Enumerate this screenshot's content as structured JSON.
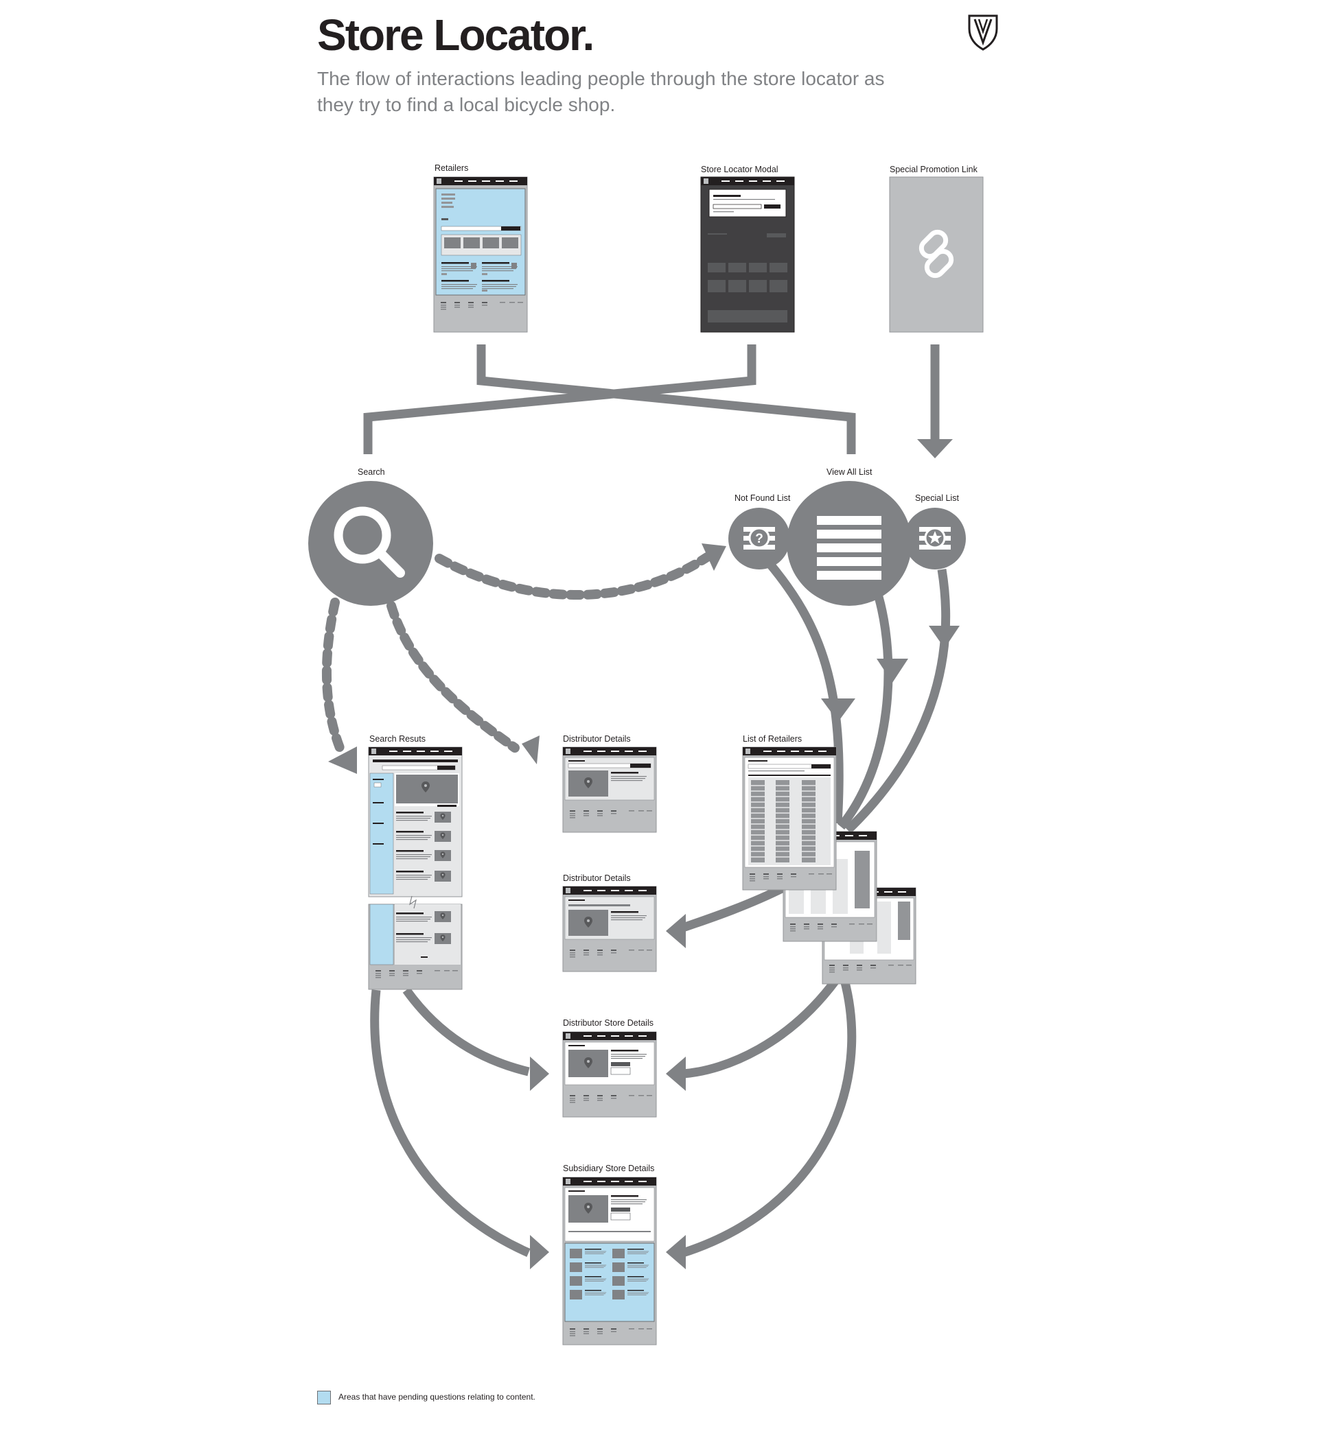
{
  "header": {
    "title": "Store Locator.",
    "subtitle": "The flow of interactions leading people through the store locator as they try to find a local bicycle shop.",
    "brand_icon": "shield-logo-icon"
  },
  "screens": {
    "retailers": "Retailers",
    "modal": "Store Locator Modal",
    "promo": "Special Promotion Link",
    "search_results": "Search Resuts",
    "distributor_details_1": "Distributor Details",
    "distributor_details_2": "Distributor Details",
    "list_of_retailers": "List of Retailers",
    "distributor_store_details": "Distributor Store Details",
    "subsidiary_store_details": "Subsidiary Store Details"
  },
  "nodes": {
    "search": "Search",
    "view_all_list": "View All List",
    "not_found_list": "Not Found List",
    "special_list": "Special List"
  },
  "legend": {
    "text": "Areas that have pending questions relating to content.",
    "color": "#b3dcf0"
  },
  "colors": {
    "flow_gray": "#808285",
    "dark_gray": "#6d6e71",
    "wire_bar": "#231f20",
    "wire_panel": "#e6e7e8",
    "question_blue": "#b3dcf0"
  }
}
